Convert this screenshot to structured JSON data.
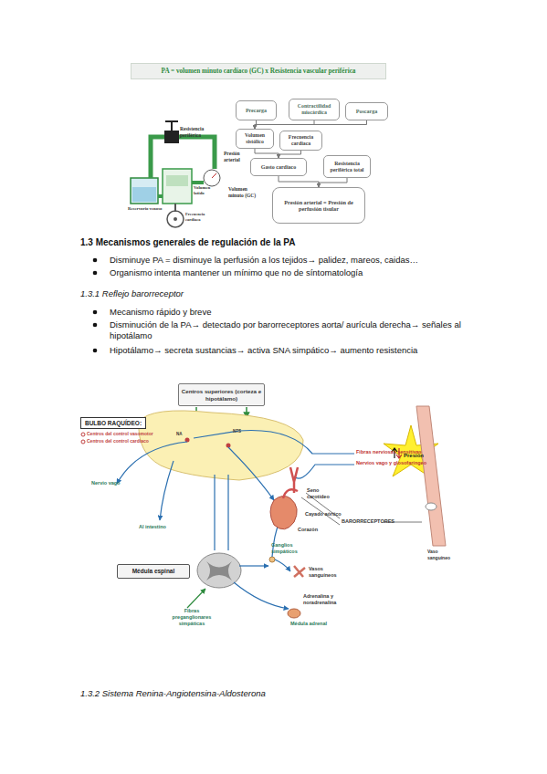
{
  "diagram": {
    "nodes": [
      {
        "text": [
          "PA = volumen minuto cardíaco (GC) x Resistencia vascular periférica"
        ]
      },
      {
        "text": [
          "Precarga"
        ]
      },
      {
        "text": [
          "Contractilidad miocárdica"
        ]
      },
      {
        "text": [
          "Poscarga"
        ]
      },
      {
        "text": [
          "Volumen sistólico"
        ]
      },
      {
        "text": [
          "Frecuencia cardiaca"
        ]
      },
      {
        "text": [
          "Gasto cardiaco"
        ]
      },
      {
        "text": [
          "Resistencia periférica total"
        ]
      },
      {
        "text": [
          "Presión arterial = Presión de perfusión tisular"
        ]
      },
      {
        "text": [
          "Centros superiores (corteza e hipotálamo)"
        ]
      },
      {
        "text": [
          "BULBO RAQUÍDEO:"
        ]
      },
      {
        "text": [
          "Médula espinal"
        ]
      },
      {
        "text": [
          "Presión"
        ]
      }
    ],
    "edges": [
      {
        "from": 1,
        "to": 4,
        "arrow": "to"
      },
      {
        "from": 2,
        "to": 4,
        "arrow": "to"
      },
      {
        "from": 3,
        "to": 4,
        "arrow": "to"
      },
      {
        "from": 4,
        "to": 6,
        "arrow": "to"
      },
      {
        "from": 5,
        "to": 6,
        "arrow": "to"
      },
      {
        "from": 6,
        "to": 8,
        "arrow": "to"
      },
      {
        "from": 7,
        "to": 8,
        "arrow": "to"
      }
    ],
    "labels": [
      "Resistencia periférica",
      "Presión arterial",
      "Reservorio venoso",
      "Volumen latido",
      "Volumen minuto (GC)",
      "Frecuencia cardiaca",
      "1.3 Mecanismos generales de regulación de la PA",
      "Disminuye PA = disminuye la perfusión a los tejidos→ palidez, mareos, caidas…",
      "Organismo intenta mantener un mínimo que no de síntomatología",
      "1.3.1 Reflejo barorreceptor",
      "Mecanismo rápido y breve",
      "Disminución de la PA→ detectado por barorreceptores aorta/ aurícula derecha→ señales al hipotálamo",
      "Hipotálamo→ secreta sustancias→ activa SNA simpático→ aumento resistencia",
      "Centros del control vasomotor",
      "Centros del control cardiaco",
      "NTS",
      "NA",
      "Nervio vago",
      "Al intestino",
      "Fibras nerviosas sensitivas",
      "Nervios vago y glosofaríngeo",
      "Seno carotídeo",
      "Cayado aórtico",
      "Corazón",
      "Ganglios simpáticos",
      "Vasos sanguíneos",
      "Adrenalina y noradrenalina",
      "Médula adrenal",
      "Fibras preganglionares simpáticas",
      "BARORRECEPTORES",
      "Vaso sanguíneo",
      "1.3.2 Sistema Renina-Angiotensina-Aldosterona"
    ]
  }
}
